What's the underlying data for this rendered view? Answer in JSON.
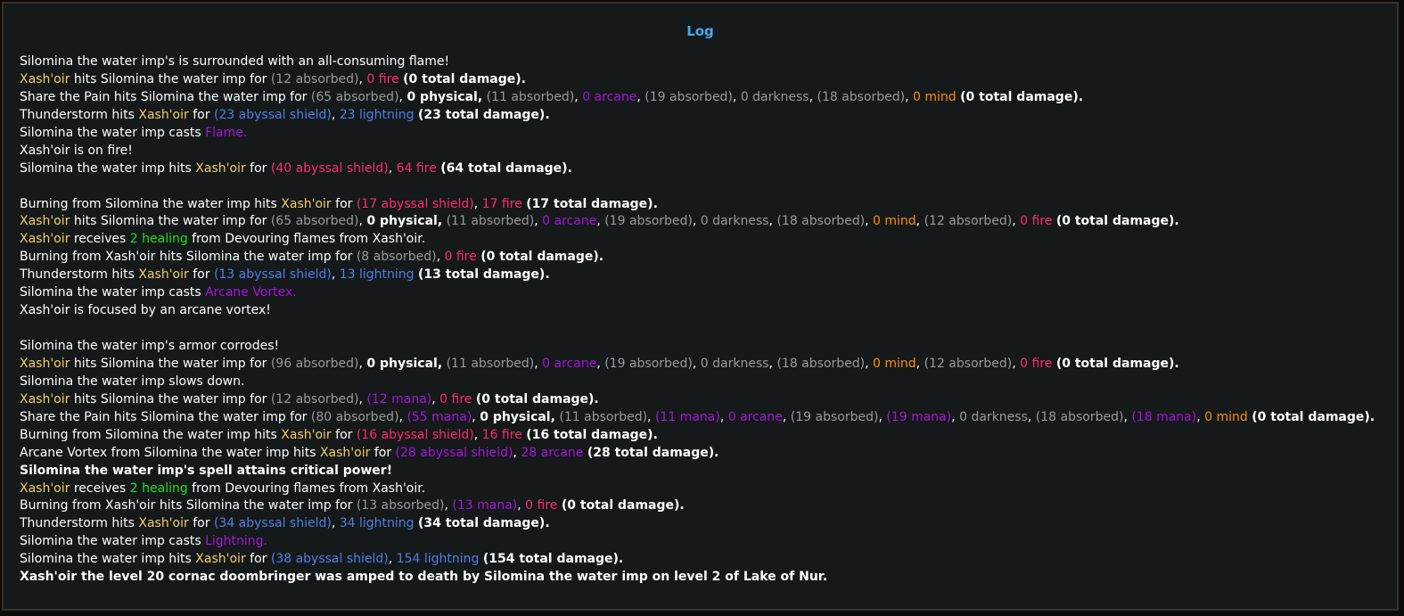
{
  "title": "Log",
  "colors": {
    "default": "#ffffff",
    "actor": "#f3cc6a",
    "absorbed": "#9a9a9a",
    "fire": "#ff2a6d",
    "arcane": "#a416d6",
    "darkness": "#9a9a9a",
    "mind": "#ff8c00",
    "lightning": "#4f7fe6",
    "healing": "#22dd22",
    "spell": "#a416d6",
    "mana": "#a416d6",
    "bold": "#ffffff"
  },
  "lines": [
    [
      {
        "t": "Silomina the water imp's is surrounded with an all-consuming flame!"
      }
    ],
    [
      {
        "t": "Xash'oir",
        "c": "actor"
      },
      {
        "t": " hits Silomina the water imp for "
      },
      {
        "t": "(12 absorbed)",
        "c": "absorbed"
      },
      {
        "t": ", "
      },
      {
        "t": "0 fire",
        "c": "fire"
      },
      {
        "t": " "
      },
      {
        "t": "(0 total damage).",
        "c": "bold"
      }
    ],
    [
      {
        "t": "Share the Pain hits Silomina the water imp for "
      },
      {
        "t": "(65 absorbed)",
        "c": "absorbed"
      },
      {
        "t": ", "
      },
      {
        "t": "0 physical,",
        "c": "bold"
      },
      {
        "t": " "
      },
      {
        "t": "(11 absorbed)",
        "c": "absorbed"
      },
      {
        "t": ", "
      },
      {
        "t": "0 arcane",
        "c": "arcane"
      },
      {
        "t": ", "
      },
      {
        "t": "(19 absorbed)",
        "c": "absorbed"
      },
      {
        "t": ", "
      },
      {
        "t": "0 darkness",
        "c": "darkness"
      },
      {
        "t": ", "
      },
      {
        "t": "(18 absorbed)",
        "c": "absorbed"
      },
      {
        "t": ", "
      },
      {
        "t": "0 mind",
        "c": "mind"
      },
      {
        "t": " "
      },
      {
        "t": "(0 total damage).",
        "c": "bold"
      }
    ],
    [
      {
        "t": "Thunderstorm hits "
      },
      {
        "t": "Xash'oir",
        "c": "actor"
      },
      {
        "t": " for "
      },
      {
        "t": "(23 abyssal shield)",
        "c": "lightning"
      },
      {
        "t": ", "
      },
      {
        "t": "23 lightning",
        "c": "lightning"
      },
      {
        "t": " "
      },
      {
        "t": "(23 total damage).",
        "c": "bold"
      }
    ],
    [
      {
        "t": "Silomina the water imp casts "
      },
      {
        "t": "Flame.",
        "c": "spell"
      }
    ],
    [
      {
        "t": "Xash'oir is on fire!"
      }
    ],
    [
      {
        "t": "Silomina the water imp hits "
      },
      {
        "t": "Xash'oir",
        "c": "actor"
      },
      {
        "t": " for "
      },
      {
        "t": "(40 abyssal shield)",
        "c": "fire"
      },
      {
        "t": ", "
      },
      {
        "t": "64 fire",
        "c": "fire"
      },
      {
        "t": " "
      },
      {
        "t": "(64 total damage).",
        "c": "bold"
      }
    ],
    [],
    [
      {
        "t": "Burning from Silomina the water imp hits "
      },
      {
        "t": "Xash'oir",
        "c": "actor"
      },
      {
        "t": " for "
      },
      {
        "t": "(17 abyssal shield)",
        "c": "fire"
      },
      {
        "t": ", "
      },
      {
        "t": "17 fire",
        "c": "fire"
      },
      {
        "t": " "
      },
      {
        "t": "(17 total damage).",
        "c": "bold"
      }
    ],
    [
      {
        "t": "Xash'oir",
        "c": "actor"
      },
      {
        "t": " hits Silomina the water imp for "
      },
      {
        "t": "(65 absorbed)",
        "c": "absorbed"
      },
      {
        "t": ", "
      },
      {
        "t": "0 physical,",
        "c": "bold"
      },
      {
        "t": " "
      },
      {
        "t": "(11 absorbed)",
        "c": "absorbed"
      },
      {
        "t": ", "
      },
      {
        "t": "0 arcane",
        "c": "arcane"
      },
      {
        "t": ", "
      },
      {
        "t": "(19 absorbed)",
        "c": "absorbed"
      },
      {
        "t": ", "
      },
      {
        "t": "0 darkness",
        "c": "darkness"
      },
      {
        "t": ", "
      },
      {
        "t": "(18 absorbed)",
        "c": "absorbed"
      },
      {
        "t": ", "
      },
      {
        "t": "0 mind",
        "c": "mind"
      },
      {
        "t": ", "
      },
      {
        "t": "(12 absorbed)",
        "c": "absorbed"
      },
      {
        "t": ", "
      },
      {
        "t": "0 fire",
        "c": "fire"
      },
      {
        "t": " "
      },
      {
        "t": "(0 total damage).",
        "c": "bold"
      }
    ],
    [
      {
        "t": "Xash'oir",
        "c": "actor"
      },
      {
        "t": " receives "
      },
      {
        "t": "2 healing",
        "c": "healing"
      },
      {
        "t": " from Devouring flames from Xash'oir."
      }
    ],
    [
      {
        "t": "Burning from Xash'oir hits Silomina the water imp for "
      },
      {
        "t": "(8 absorbed)",
        "c": "absorbed"
      },
      {
        "t": ", "
      },
      {
        "t": "0 fire",
        "c": "fire"
      },
      {
        "t": " "
      },
      {
        "t": "(0 total damage).",
        "c": "bold"
      }
    ],
    [
      {
        "t": "Thunderstorm hits "
      },
      {
        "t": "Xash'oir",
        "c": "actor"
      },
      {
        "t": " for "
      },
      {
        "t": "(13 abyssal shield)",
        "c": "lightning"
      },
      {
        "t": ", "
      },
      {
        "t": "13 lightning",
        "c": "lightning"
      },
      {
        "t": " "
      },
      {
        "t": "(13 total damage).",
        "c": "bold"
      }
    ],
    [
      {
        "t": "Silomina the water imp casts "
      },
      {
        "t": "Arcane Vortex.",
        "c": "spell"
      }
    ],
    [
      {
        "t": "Xash'oir is focused by an arcane vortex!"
      }
    ],
    [],
    [
      {
        "t": "Silomina the water imp's armor corrodes!"
      }
    ],
    [
      {
        "t": "Xash'oir",
        "c": "actor"
      },
      {
        "t": " hits Silomina the water imp for "
      },
      {
        "t": "(96 absorbed)",
        "c": "absorbed"
      },
      {
        "t": ", "
      },
      {
        "t": "0 physical,",
        "c": "bold"
      },
      {
        "t": " "
      },
      {
        "t": "(11 absorbed)",
        "c": "absorbed"
      },
      {
        "t": ", "
      },
      {
        "t": "0 arcane",
        "c": "arcane"
      },
      {
        "t": ", "
      },
      {
        "t": "(19 absorbed)",
        "c": "absorbed"
      },
      {
        "t": ", "
      },
      {
        "t": "0 darkness",
        "c": "darkness"
      },
      {
        "t": ", "
      },
      {
        "t": "(18 absorbed)",
        "c": "absorbed"
      },
      {
        "t": ", "
      },
      {
        "t": "0 mind",
        "c": "mind"
      },
      {
        "t": ", "
      },
      {
        "t": "(12 absorbed)",
        "c": "absorbed"
      },
      {
        "t": ", "
      },
      {
        "t": "0 fire",
        "c": "fire"
      },
      {
        "t": " "
      },
      {
        "t": "(0 total damage).",
        "c": "bold"
      }
    ],
    [
      {
        "t": "Silomina the water imp slows down."
      }
    ],
    [
      {
        "t": "Xash'oir",
        "c": "actor"
      },
      {
        "t": " hits Silomina the water imp for "
      },
      {
        "t": "(12 absorbed)",
        "c": "absorbed"
      },
      {
        "t": ", "
      },
      {
        "t": "(12 mana)",
        "c": "mana"
      },
      {
        "t": ", "
      },
      {
        "t": "0 fire",
        "c": "fire"
      },
      {
        "t": " "
      },
      {
        "t": "(0 total damage).",
        "c": "bold"
      }
    ],
    [
      {
        "t": "Share the Pain hits Silomina the water imp for "
      },
      {
        "t": "(80 absorbed)",
        "c": "absorbed"
      },
      {
        "t": ", "
      },
      {
        "t": "(55 mana)",
        "c": "mana"
      },
      {
        "t": ", "
      },
      {
        "t": "0 physical,",
        "c": "bold"
      },
      {
        "t": " "
      },
      {
        "t": "(11 absorbed)",
        "c": "absorbed"
      },
      {
        "t": ", "
      },
      {
        "t": "(11 mana)",
        "c": "mana"
      },
      {
        "t": ", "
      },
      {
        "t": "0 arcane",
        "c": "arcane"
      },
      {
        "t": ", "
      },
      {
        "t": "(19 absorbed)",
        "c": "absorbed"
      },
      {
        "t": ", "
      },
      {
        "t": "(19 mana)",
        "c": "mana"
      },
      {
        "t": ", "
      },
      {
        "t": "0 darkness",
        "c": "darkness"
      },
      {
        "t": ", "
      },
      {
        "t": "(18 absorbed)",
        "c": "absorbed"
      },
      {
        "t": ", "
      },
      {
        "t": "(18 mana)",
        "c": "mana"
      },
      {
        "t": ", "
      },
      {
        "t": "0 mind",
        "c": "mind"
      },
      {
        "t": " "
      },
      {
        "t": "(0 total damage).",
        "c": "bold"
      }
    ],
    [
      {
        "t": "Burning from Silomina the water imp hits "
      },
      {
        "t": "Xash'oir",
        "c": "actor"
      },
      {
        "t": " for "
      },
      {
        "t": "(16 abyssal shield)",
        "c": "fire"
      },
      {
        "t": ", "
      },
      {
        "t": "16 fire",
        "c": "fire"
      },
      {
        "t": " "
      },
      {
        "t": "(16 total damage).",
        "c": "bold"
      }
    ],
    [
      {
        "t": "Arcane Vortex from Silomina the water imp hits "
      },
      {
        "t": "Xash'oir",
        "c": "actor"
      },
      {
        "t": " for "
      },
      {
        "t": "(28 abyssal shield)",
        "c": "arcane"
      },
      {
        "t": ", "
      },
      {
        "t": "28 arcane",
        "c": "arcane"
      },
      {
        "t": " "
      },
      {
        "t": "(28 total damage).",
        "c": "bold"
      }
    ],
    [
      {
        "t": "Silomina the water imp's spell attains critical power!",
        "c": "bold"
      }
    ],
    [
      {
        "t": "Xash'oir",
        "c": "actor"
      },
      {
        "t": " receives "
      },
      {
        "t": "2 healing",
        "c": "healing"
      },
      {
        "t": " from Devouring flames from Xash'oir."
      }
    ],
    [
      {
        "t": "Burning from Xash'oir hits Silomina the water imp for "
      },
      {
        "t": "(13 absorbed)",
        "c": "absorbed"
      },
      {
        "t": ", "
      },
      {
        "t": "(13 mana)",
        "c": "mana"
      },
      {
        "t": ", "
      },
      {
        "t": "0 fire",
        "c": "fire"
      },
      {
        "t": " "
      },
      {
        "t": "(0 total damage).",
        "c": "bold"
      }
    ],
    [
      {
        "t": "Thunderstorm hits "
      },
      {
        "t": "Xash'oir",
        "c": "actor"
      },
      {
        "t": " for "
      },
      {
        "t": "(34 abyssal shield)",
        "c": "lightning"
      },
      {
        "t": ", "
      },
      {
        "t": "34 lightning",
        "c": "lightning"
      },
      {
        "t": " "
      },
      {
        "t": "(34 total damage).",
        "c": "bold"
      }
    ],
    [
      {
        "t": "Silomina the water imp casts "
      },
      {
        "t": "Lightning.",
        "c": "spell"
      }
    ],
    [
      {
        "t": "Silomina the water imp hits "
      },
      {
        "t": "Xash'oir",
        "c": "actor"
      },
      {
        "t": " for "
      },
      {
        "t": "(38 abyssal shield)",
        "c": "lightning"
      },
      {
        "t": ", "
      },
      {
        "t": "154 lightning",
        "c": "lightning"
      },
      {
        "t": " "
      },
      {
        "t": "(154 total damage).",
        "c": "bold"
      }
    ],
    [
      {
        "t": "Xash'oir the level 20 cornac doombringer was amped to death by Silomina the water imp on level 2 of Lake of Nur.",
        "c": "bold"
      }
    ]
  ]
}
